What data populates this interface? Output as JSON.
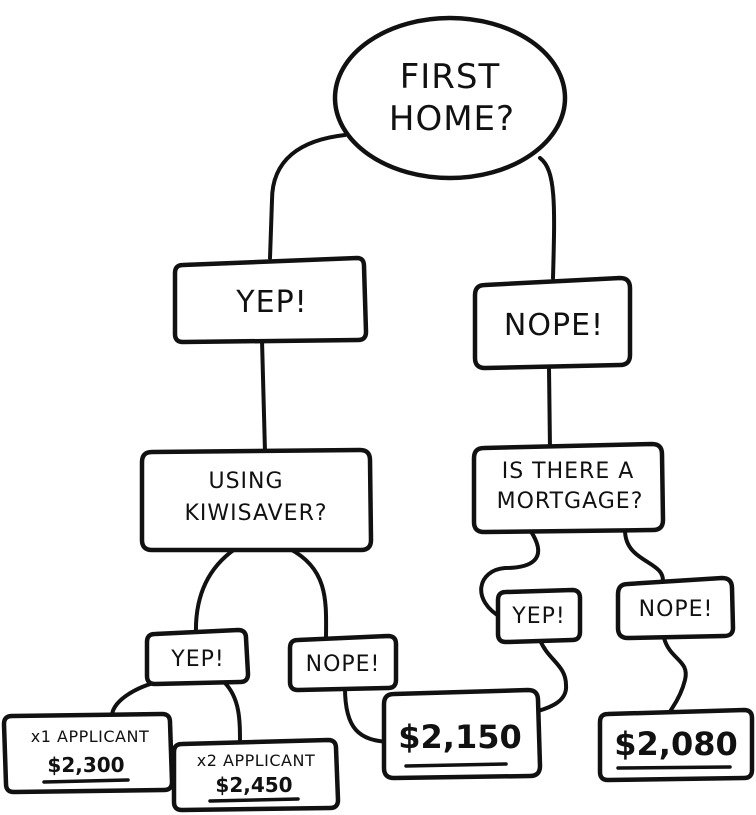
{
  "nodes": {
    "first_home": {
      "line1": "FIRST",
      "line2": "HOME?"
    },
    "yep_1": {
      "label": "YEP!"
    },
    "nope_1": {
      "label": "NOPE!"
    },
    "kiwisaver": {
      "line1": "USING",
      "line2": "KIWISAVER?"
    },
    "mortgage": {
      "line1": "IS THERE A",
      "line2": "MORTGAGE?"
    },
    "yep_2": {
      "label": "YEP!"
    },
    "nope_2": {
      "label": "NOPE!"
    },
    "yep_3": {
      "label": "YEP!"
    },
    "nope_3": {
      "label": "NOPE!"
    },
    "applicant_1": {
      "label": "x1 APPLICANT",
      "amount": "$2,300"
    },
    "applicant_2": {
      "label": "x2 APPLICANT",
      "amount": "$2,450"
    },
    "amount_2150": {
      "amount": "$2,150"
    },
    "amount_2080": {
      "amount": "$2,080"
    }
  },
  "colors": {
    "ink": "#111111",
    "background": "#ffffff"
  }
}
